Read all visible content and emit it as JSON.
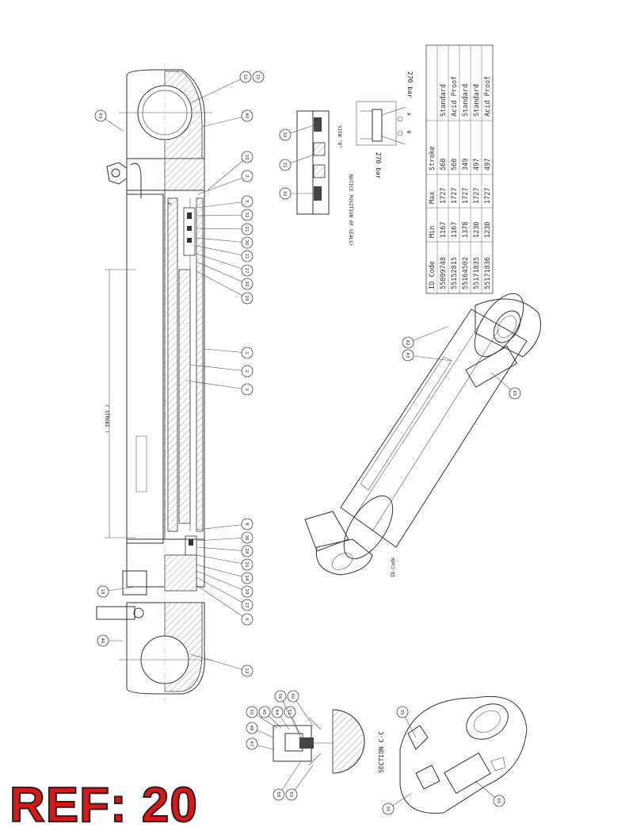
{
  "drawing": {
    "stroke_label": "( STROKE )",
    "view_label": "VIEW \"X\"",
    "notice_label": "NOTICE POSITION OF SEALS!",
    "section_label": "SECTION C-C",
    "id_code_label": "ID-Code",
    "x_marker": "X",
    "pressure_a": "270 bar",
    "pressure_b": "270 bar",
    "port_a": "A",
    "port_b": "B",
    "balloons": {
      "main": [
        "10",
        "15",
        "40",
        "33",
        "7",
        "5",
        "32",
        "21",
        "30",
        "11",
        "27",
        "32",
        "29",
        "1",
        "2",
        "3",
        "8",
        "36",
        "28",
        "25",
        "24",
        "39",
        "27",
        "6",
        "12",
        "40",
        "18",
        "43"
      ],
      "view": [
        "32",
        "31",
        "32"
      ],
      "iso": [
        "42",
        "43",
        "65"
      ],
      "section": [
        "50",
        "45",
        "44",
        "51",
        "56",
        "60",
        "48",
        "47",
        "58",
        "55",
        "35",
        "35",
        "65"
      ]
    }
  },
  "table": {
    "headers": [
      "ID Code",
      "Min",
      "Max",
      "Stroke",
      ""
    ],
    "rows": [
      [
        "55099748",
        "1167",
        "1727",
        "560",
        "Standard"
      ],
      [
        "55152815",
        "1167",
        "1727",
        "560",
        "Acid Proof"
      ],
      [
        "55164502",
        "1378",
        "1727",
        "349",
        "Standard"
      ],
      [
        "55171835",
        "1230",
        "1727",
        "497",
        "Standard"
      ],
      [
        "55171836",
        "1230",
        "1727",
        "497",
        "Acid Proof"
      ]
    ]
  },
  "ref": {
    "label": "REF: 20",
    "color": "#e11414"
  }
}
